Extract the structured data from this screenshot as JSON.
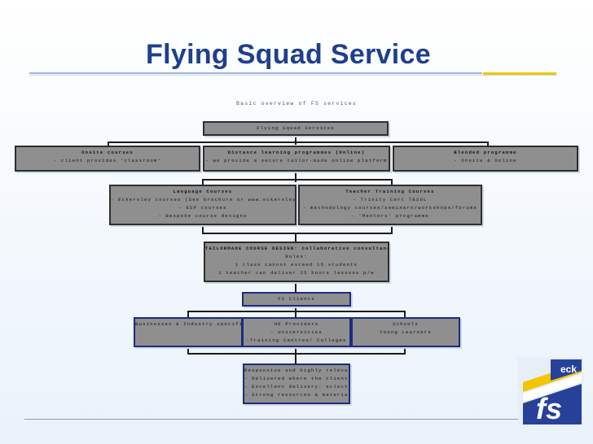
{
  "slide": {
    "title": "Flying Squad Service",
    "subtitle": "Basic overview of FS services"
  },
  "diagram": {
    "root": "Flying Squad Services",
    "tier1": [
      {
        "title": "Onsite courses",
        "lines": [
          "- client provides 'classroom'"
        ]
      },
      {
        "title": "Distance learning programmes (Online)",
        "lines": [
          "- we provide a secure tailor-made online platform"
        ]
      },
      {
        "title": "Blended programme",
        "lines": [
          "- Onsite & Online"
        ]
      }
    ],
    "tier2": [
      {
        "title": "Language Courses",
        "lines": [
          "- Eckersley Courses (See brochure or www.eckersley.co.uk)",
          "- ESP courses",
          "- Bespoke course designs"
        ]
      },
      {
        "title": "Teacher Training Courses",
        "lines": [
          "- Trinity Cert TESOL",
          "- methodology courses/seminars/workshops/forums",
          "- 'Mentors' programme"
        ]
      }
    ],
    "tailormade": {
      "title": "TAILORMADE COURSE DESIGN: Collaborative consultancy service",
      "lines": [
        "Rules:",
        "1 class cannot exceed 15 students",
        "1 teacher can deliver 25 hours lessons p/w"
      ]
    },
    "clients": "FS Clients",
    "client_types": [
      {
        "lines": [
          "Businesses & Industry specific"
        ]
      },
      {
        "lines": [
          "HE Providers",
          "- Universities",
          "-Training Centres/ Colleges"
        ]
      },
      {
        "lines": [
          "Schools",
          "Young Learners"
        ]
      }
    ],
    "outcome": {
      "lines": [
        "Responsive and highly relevant courses",
        "- Delivered where the client is",
        "- Excellent delivery: eclectic methods",
        "- Strong resources & material"
      ]
    }
  },
  "logo": {
    "text_top": "eck",
    "text_main": "fs"
  },
  "colors": {
    "title": "#1f3f8f",
    "box_fill": "#8f8f8f",
    "accent_yellow": "#f2c500",
    "logo_blue": "#27419a"
  }
}
